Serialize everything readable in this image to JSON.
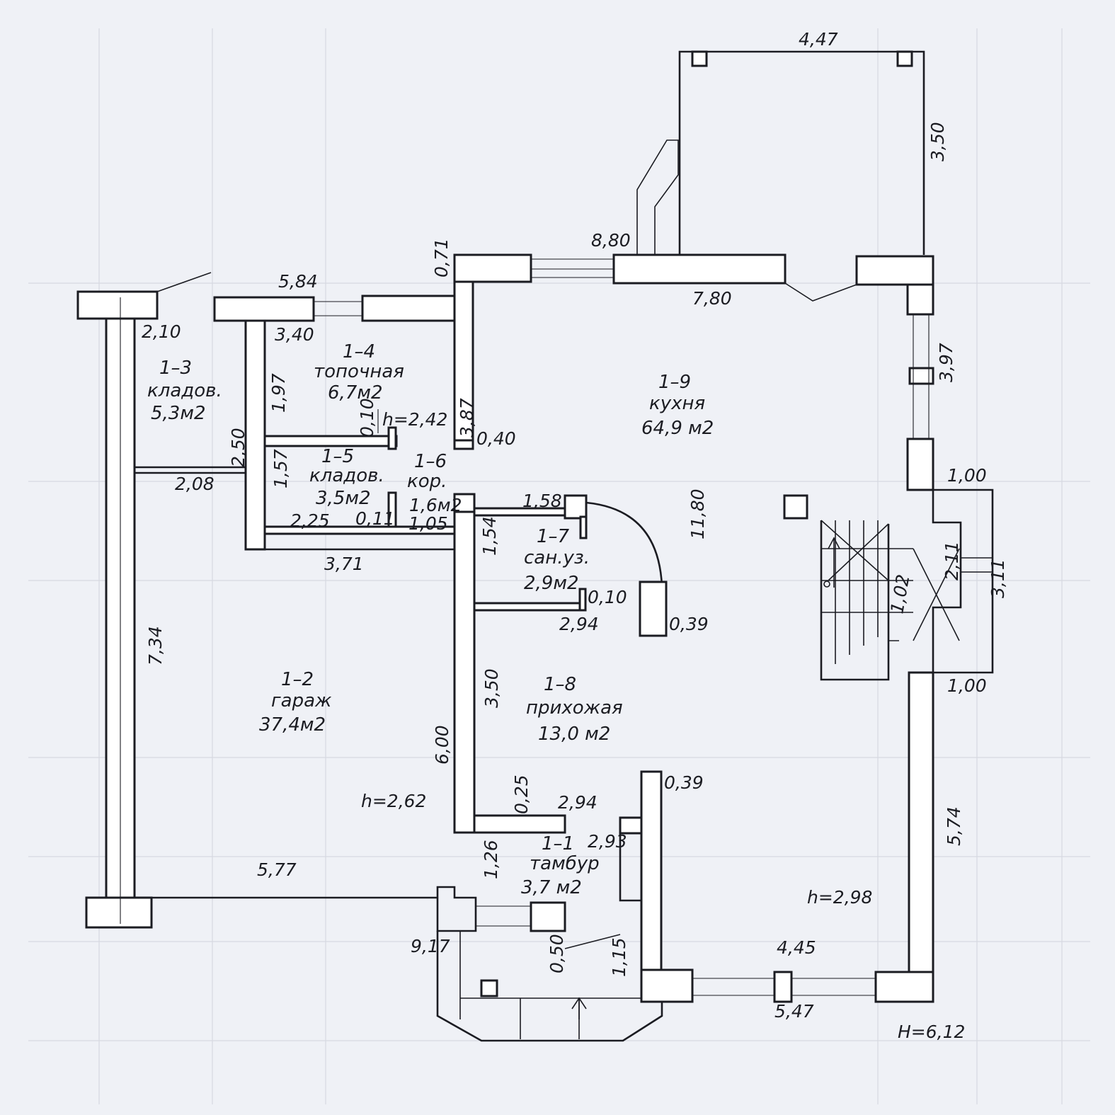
{
  "rooms": {
    "r1_1": {
      "num": "1–1",
      "name": "тамбур",
      "area": "3,7 м2"
    },
    "r1_2": {
      "num": "1–2",
      "name": "гараж",
      "area": "37,4м2"
    },
    "r1_3": {
      "num": "1–3",
      "name": "кладов.",
      "area": "5,3м2"
    },
    "r1_4": {
      "num": "1–4",
      "name": "топочная",
      "area": "6,7м2"
    },
    "r1_5": {
      "num": "1–5",
      "name": "кладов.",
      "area": "3,5м2"
    },
    "r1_6": {
      "num": "1–6",
      "name": "кор.",
      "area": "1,6м2"
    },
    "r1_7": {
      "num": "1–7",
      "name": "сан.уз.",
      "area": "2,9м2"
    },
    "r1_8": {
      "num": "1–8",
      "name": "прихожая",
      "area": "13,0 м2"
    },
    "r1_9": {
      "num": "1–9",
      "name": "кухня",
      "area": "64,9 м2"
    }
  },
  "heights": {
    "topochnaya": "h=2,42",
    "garage": "h=2,62",
    "kitchen": "h=2,98",
    "building": "H=6,12"
  },
  "dims": {
    "d447": "4,47",
    "d350a": "3,50",
    "d880": "8,80",
    "d071": "0,71",
    "d584": "5,84",
    "d780": "7,80",
    "d210": "2,10",
    "d340": "3,40",
    "d197": "1,97",
    "d010a": "0,10",
    "d387": "3,87",
    "d040": "0,40",
    "d397": "3,97",
    "d250": "2,50",
    "d157": "1,57",
    "d208": "2,08",
    "d225": "2,25",
    "d011": "0,11",
    "d105": "1,05",
    "d158": "1,58",
    "d154": "1,54",
    "d1180": "11,80",
    "d100a": "1,00",
    "d211": "2,11",
    "d311": "3,11",
    "d102": "1,02",
    "d371": "3,71",
    "d010b": "0,10",
    "d039a": "0,39",
    "d294a": "2,94",
    "d734": "7,34",
    "d100b": "1,00",
    "d350b": "3,50",
    "d600": "6,00",
    "d025": "0,25",
    "d294b": "2,94",
    "d039b": "0,39",
    "d574": "5,74",
    "d293": "2,93",
    "d126": "1,26",
    "d577": "5,77",
    "d917": "9,17",
    "d050": "0,50",
    "d115": "1,15",
    "d445": "4,45",
    "d547": "5,47"
  }
}
